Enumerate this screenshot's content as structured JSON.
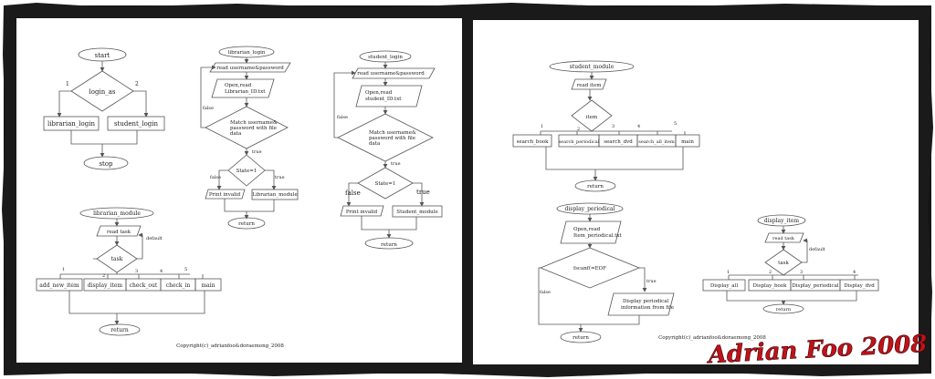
{
  "colors": {
    "frame": "#141414",
    "paper": "#ffffff",
    "line": "#555555",
    "watermark": "#c0121a"
  },
  "left_panel": {
    "main_flow": {
      "start": "start",
      "decision": "login_as",
      "branch_left": "1",
      "branch_right": "2",
      "box_left": "librarian_login",
      "box_right": "student_login",
      "stop": "stop"
    },
    "librarian_login": {
      "title": "librarian_login",
      "read": "read username&password",
      "open": [
        "Open,read",
        "Librarian_ID.txt"
      ],
      "match": [
        "Match username&",
        "password with file",
        "data"
      ],
      "false_label": "false",
      "true_label": "true",
      "state": "State=1",
      "state_false": "false",
      "state_true": "true",
      "print_invalid": "Print invalid",
      "next_module": "Librarian_module",
      "return": "return"
    },
    "student_login": {
      "title": "student_login",
      "read": "read username&password",
      "open": [
        "Open,read",
        "student_ID.txt"
      ],
      "match": [
        "Match username&",
        "password with file",
        "data"
      ],
      "false_label": "false",
      "true_label": "true",
      "state": "State=1",
      "state_false": "false",
      "state_true": "true",
      "print_invalid": "Print invalid",
      "next_module": "Student_module",
      "return": "return"
    },
    "librarian_module": {
      "title": "librarian_module",
      "read": "read task",
      "default": "default",
      "decision": "task",
      "nums": [
        "1",
        "2",
        "3",
        "4",
        "5"
      ],
      "boxes": [
        "add_new_item",
        "display_item",
        "check_out",
        "check_in",
        "main"
      ],
      "return": "return"
    },
    "copyright": "Copyright(c)_adrianfoo&doraemong_2008"
  },
  "right_panel": {
    "student_module": {
      "title": "student_module",
      "read": "read item",
      "decision": "item",
      "nums": [
        "1",
        "2",
        "3",
        "4",
        "5"
      ],
      "boxes": [
        "search_book",
        "search_periodical",
        "search_dvd",
        "search_all_item",
        "main"
      ],
      "return": "return"
    },
    "display_periodical": {
      "title": "display_periodical",
      "open": [
        "Open,read",
        "Item_periodical.txt"
      ],
      "decision": "fscanf(=EOF",
      "false_label": "false",
      "true_label": "true",
      "display": [
        "Display periodical",
        "information from file"
      ],
      "return": "return"
    },
    "display_item": {
      "title": "display_item",
      "read": "read task",
      "default": "default",
      "decision": "task",
      "nums": [
        "1",
        "2",
        "3",
        "4"
      ],
      "boxes": [
        "Display_all",
        "Display_book",
        "Display_periodical",
        "Display_dvd"
      ],
      "return": "return"
    },
    "copyright": "Copyright(c)_adrianfoo&doraemong_2008"
  },
  "watermark": "Adrian Foo 2008"
}
